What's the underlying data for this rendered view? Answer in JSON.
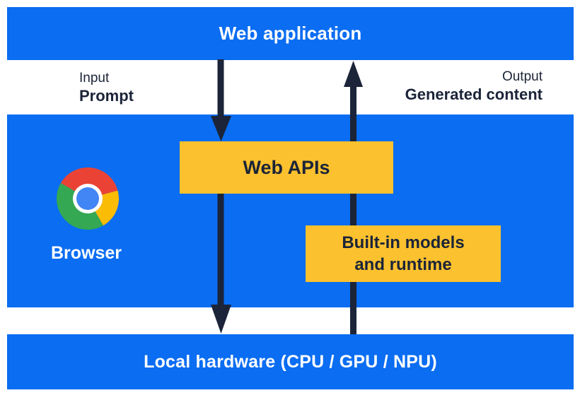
{
  "diagram": {
    "web_application": {
      "label": "Web application"
    },
    "input": {
      "caption": "Input",
      "value": "Prompt"
    },
    "output": {
      "caption": "Output",
      "value": "Generated content"
    },
    "browser": {
      "label": "Browser",
      "logo": "chrome-logo"
    },
    "web_apis": {
      "label": "Web APIs"
    },
    "builtin_models": {
      "lines": [
        "Built-in models",
        "and runtime"
      ]
    },
    "local_hardware": {
      "label": "Local hardware (CPU / GPU / NPU)"
    },
    "arrows": [
      {
        "name": "prompt-flow",
        "direction": "down",
        "from": "Web application",
        "via": "Web APIs",
        "to": "Local hardware (CPU / GPU / NPU)"
      },
      {
        "name": "generated-content-flow",
        "direction": "up",
        "from": "Local hardware (CPU / GPU / NPU)",
        "via": "Built-in models and runtime",
        "to": "Web application"
      }
    ]
  },
  "colors": {
    "blue": "#0a6df2",
    "yellow": "#fcc12e",
    "navy": "#1b2438",
    "chrome_red": "#ea4335",
    "chrome_yellow": "#fbbc05",
    "chrome_green": "#34a853",
    "chrome_blue": "#4285f4"
  }
}
